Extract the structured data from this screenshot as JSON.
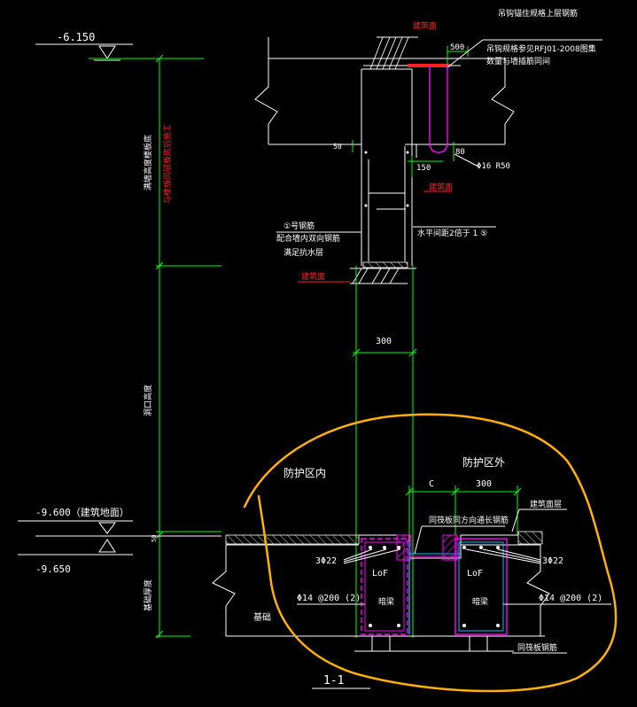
{
  "colors": {
    "background": "#000000",
    "line": "#ffffff",
    "dimension": "#00ff00",
    "rebar": "#ff00ff",
    "hatch": "#ff00ff",
    "annotation_red": "#ff2020",
    "highlight": "#ffb000",
    "cyan": "#00c8ff"
  },
  "elevations": {
    "top": "-6.150",
    "floor": "-9.600（建筑地面）",
    "bottom": "-9.650"
  },
  "labels": {
    "top_right_1": "吊钩锚住规格上层钢筋",
    "top_right_2": "吊钩规格参见RFJ01-2008图集",
    "top_right_3": "数量与墙插筋同间",
    "dim_500": "500",
    "dim_150": "150",
    "dim_80": "80",
    "dim_50": "50",
    "hook": "Φ16 R50",
    "top_red_1": "建筑面",
    "mid_red": "建筑面",
    "bottom_red": "建筑面",
    "horiz_bar": "水平间距2倍于 1 ⑤",
    "bar_note_1": "①号钢筋",
    "bar_note_2": "配合墙内双向钢筋",
    "bar_note_3": "满足抗水层",
    "dim_300_mid": "300",
    "vertical_1": "满墙高度楼板底",
    "vertical_red": "与楼板同层板底后施工",
    "vertical_2": "洞口高度",
    "vertical_3": "基础厚度",
    "dim_50_floor": "50",
    "protect_in": "防护区内",
    "protect_out": "防护区外",
    "dim_c": "C",
    "dim_300_right": "300",
    "finish": "建筑面层",
    "rebar_note": "同筏板同方向通长钢筋",
    "bars_left": "3Φ22",
    "bars_right": "3Φ22",
    "lof_left": "LoF",
    "lof_right": "LoF",
    "beam_left": "暗梁",
    "beam_right": "暗梁",
    "stirrup_left": "Φ14 @200 (2)",
    "stirrup_right": "Φ14 @200 (2)",
    "foundation": "基础",
    "raft": "同筏板钢筋",
    "section": "1-1"
  }
}
